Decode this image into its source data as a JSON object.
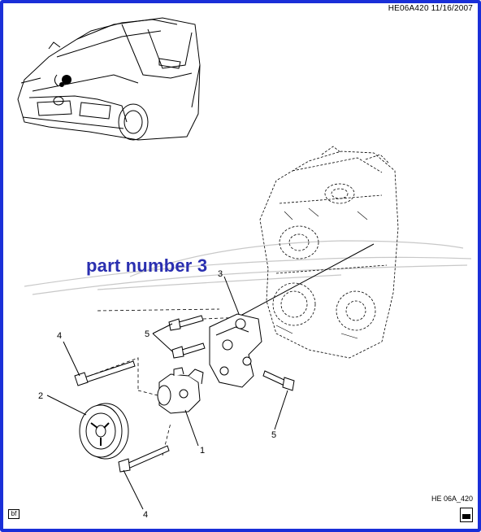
{
  "doc_id": "HE06A420  11/16/2007",
  "figure_id": "HE 06A_420",
  "part_title": "part number 3",
  "corner_label": "bf",
  "callouts": [
    "1",
    "2",
    "3",
    "4",
    "4",
    "5",
    "5"
  ],
  "colors": {
    "frame": "#1a2fd8",
    "title": "#2a2fb0"
  }
}
